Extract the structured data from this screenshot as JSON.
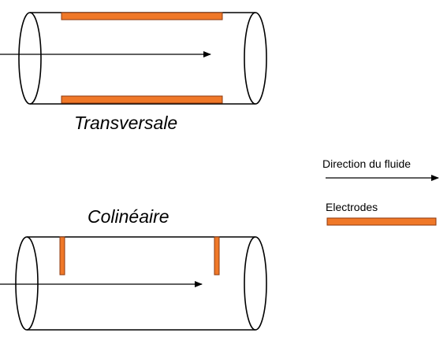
{
  "diagrams": {
    "transversal": {
      "caption": "Transversale"
    },
    "colinear": {
      "caption": "Colinéaire"
    }
  },
  "legend": {
    "flow_direction": {
      "label": "Direction du fluide",
      "icon": "arrow-right-icon"
    },
    "electrodes": {
      "label": "Electrodes",
      "icon": "electrode-bar-icon"
    }
  },
  "colors": {
    "electrode_fill": "#f07828",
    "electrode_stroke": "#8c3a10",
    "line": "#000000",
    "background": "#ffffff"
  }
}
